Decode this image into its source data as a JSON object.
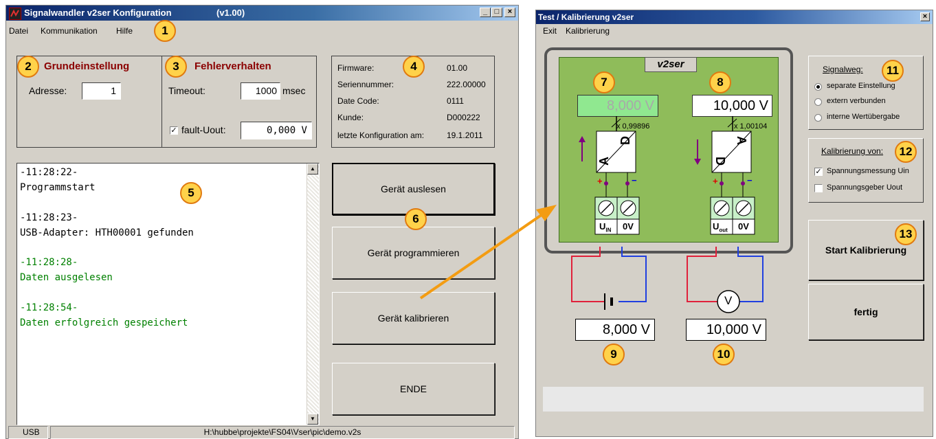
{
  "left_window": {
    "title": "Signalwandler v2ser Konfiguration",
    "version": "(v1.00)",
    "menu": [
      "Datei",
      "Kommunikation",
      "Hilfe"
    ],
    "grundeinstellung": {
      "heading": "Grundeinstellung",
      "adresse_label": "Adresse:",
      "adresse_value": "1"
    },
    "fehlerverhalten": {
      "heading": "Fehlerverhalten",
      "timeout_label": "Timeout:",
      "timeout_value": "1000",
      "timeout_unit": "msec",
      "fault_label": "fault-Uout:",
      "fault_checked": true,
      "fault_value": "0,000 V"
    },
    "info": {
      "rows": [
        {
          "label": "Firmware:",
          "value": "01.00"
        },
        {
          "label": "Seriennummer:",
          "value": "222.00000"
        },
        {
          "label": "Date Code:",
          "value": "0111"
        },
        {
          "label": "Kunde:",
          "value": "D000222"
        },
        {
          "label": "letzte Konfiguration am:",
          "value": "19.1.2011"
        }
      ]
    },
    "log": [
      {
        "text": " -11:28:22-",
        "color": "#000000"
      },
      {
        "text": "Programmstart",
        "color": "#000000"
      },
      {
        "text": " -11:28:23-",
        "color": "#000000"
      },
      {
        "text": "USB-Adapter: HTH00001 gefunden",
        "color": "#000000"
      },
      {
        "text": " -11:28:28-",
        "color": "#008000"
      },
      {
        "text": "Daten ausgelesen",
        "color": "#008000"
      },
      {
        "text": " -11:28:54-",
        "color": "#008000"
      },
      {
        "text": "Daten erfolgreich gespeichert",
        "color": "#008000"
      }
    ],
    "buttons": {
      "read": "Gerät auslesen",
      "program": "Gerät programmieren",
      "calibrate": "Gerät kalibrieren",
      "end": "ENDE"
    },
    "status": {
      "port": "USB",
      "path": "H:\\hubbe\\projekte\\FS04\\Vser\\pic\\demo.v2s"
    }
  },
  "right_window": {
    "title": "Test / Kalibrierung v2ser",
    "menu": [
      "Exit",
      "Kalibrierung"
    ],
    "device": {
      "name": "v2ser",
      "in_value": "8,000 V",
      "out_value": "10,000 V",
      "in_factor": "x 0,99896",
      "out_factor": "x 1,00104",
      "ad_label": "A",
      "ad_label2": "D",
      "da_label": "D",
      "da_label2": "A",
      "plus": "+",
      "minus": "−",
      "uin_main": "U",
      "uin_sub": "IN",
      "ov_label": "0V",
      "uout_main": "U",
      "uout_sub": "out",
      "ov_label2": "0V",
      "voltmeter": "V",
      "source_value": "8,000 V",
      "meter_value": "10,000 V"
    },
    "signalweg": {
      "heading": "Signalweg:",
      "options": [
        {
          "label": "separate Einstellung",
          "selected": true
        },
        {
          "label": "extern verbunden",
          "selected": false
        },
        {
          "label": "interne Wertübergabe",
          "selected": false
        }
      ]
    },
    "kalibrierung": {
      "heading": "Kalibrierung von:",
      "options": [
        {
          "label": "Spannungsmessung Uin",
          "checked": true
        },
        {
          "label": "Spannungsgeber Uout",
          "checked": false
        }
      ]
    },
    "buttons": {
      "start": "Start Kalibrierung",
      "done": "fertig"
    }
  },
  "callouts": [
    "1",
    "2",
    "3",
    "4",
    "5",
    "6",
    "7",
    "8",
    "9",
    "10",
    "11",
    "12",
    "13"
  ],
  "colors": {
    "accent_red": "#8b0000",
    "board_green": "#8fbc5a",
    "callout_fill": "#ffd24a",
    "arrow_orange": "#f39c12"
  }
}
